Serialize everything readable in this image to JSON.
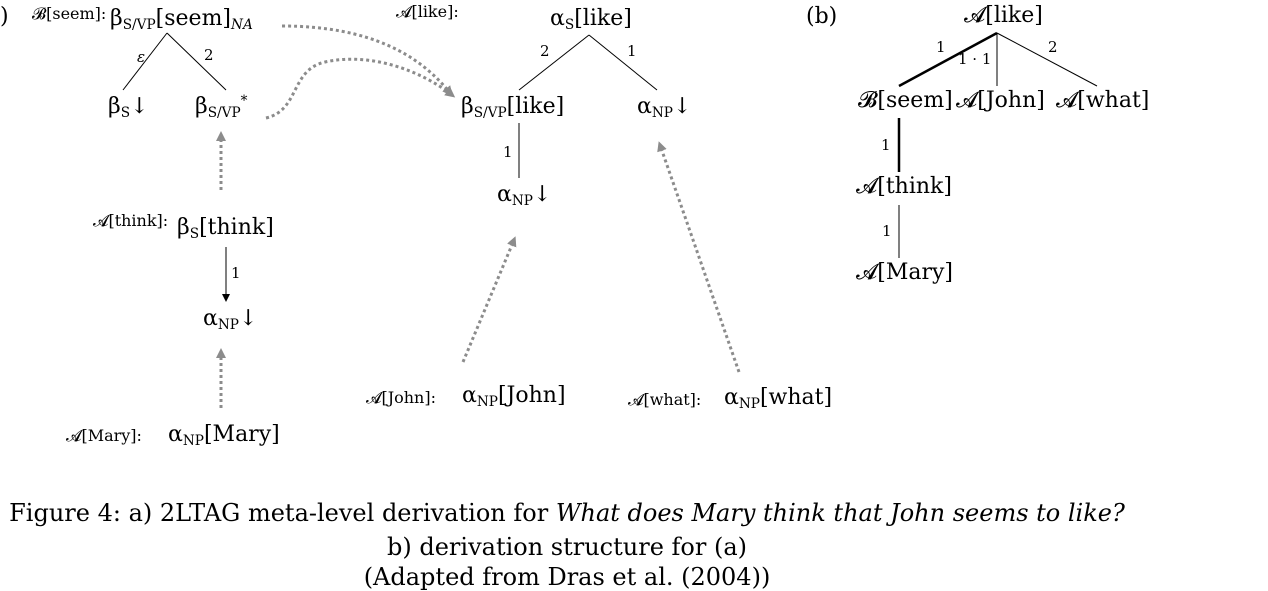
{
  "panel_a_label": ")",
  "panel_b_label": "(b)",
  "panel_a": {
    "seem_tree": {
      "label": "𝓑[seem]:",
      "root": {
        "sym": "β",
        "sub": "S/VP",
        "word": "[seem]",
        "suffix": "NA"
      },
      "left_edge": "ε",
      "right_edge": "2",
      "left_leaf": {
        "sym": "β",
        "sub": "S",
        "mark": "↓"
      },
      "right_leaf": {
        "sym": "β",
        "sub": "S/VP",
        "mark": "*"
      }
    },
    "think_tree": {
      "label": "𝓐[think]:",
      "root": {
        "sym": "β",
        "sub": "S",
        "word": "[think]"
      },
      "edge": "1",
      "leaf": {
        "sym": "α",
        "sub": "NP",
        "mark": "↓"
      }
    },
    "mary_tree": {
      "label": "𝓐[Mary]:",
      "root": {
        "sym": "α",
        "sub": "NP",
        "word": "[Mary]"
      }
    },
    "like_tree": {
      "label": "𝓐[like]:",
      "root": {
        "sym": "α",
        "sub": "S",
        "word": "[like]"
      },
      "left_edge": "2",
      "right_edge": "1",
      "left_child": {
        "sym": "β",
        "sub": "S/VP",
        "word": "[like]"
      },
      "right_leaf": {
        "sym": "α",
        "sub": "NP",
        "mark": "↓"
      },
      "lower_edge": "1",
      "lower_leaf": {
        "sym": "α",
        "sub": "NP",
        "mark": "↓"
      }
    },
    "john_tree": {
      "label": "𝓐[John]:",
      "root": {
        "sym": "α",
        "sub": "NP",
        "word": "[John]"
      }
    },
    "what_tree": {
      "label": "𝓐[what]:",
      "root": {
        "sym": "α",
        "sub": "NP",
        "word": "[what]"
      }
    }
  },
  "panel_b": {
    "root": "𝓐[like]",
    "edge_seem": "1",
    "edge_john": "1 · 1",
    "edge_what": "2",
    "child_seem": "𝓑[seem]",
    "child_john": "𝓐[John]",
    "child_what": "𝓐[what]",
    "edge_think": "1",
    "node_think": "𝓐[think]",
    "edge_mary": "1",
    "node_mary": "𝓐[Mary]"
  },
  "caption": {
    "line1_prefix": "Figure 4: a) 2LTAG meta-level derivation for ",
    "line1_italic": "What does Mary think that John seems to like?",
    "line2": "b) derivation structure for (a)",
    "line3": "(Adapted from Dras et al. (2004))"
  },
  "colors": {
    "ink": "#000000",
    "arrow": "#8c8c8c"
  }
}
